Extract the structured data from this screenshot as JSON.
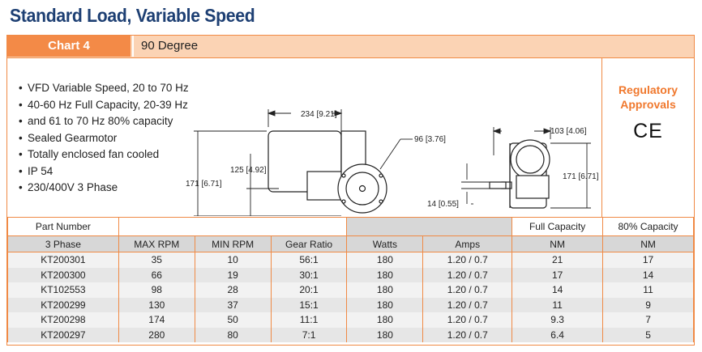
{
  "title": "Standard Load, Variable Speed",
  "chart": {
    "label": "Chart 4",
    "orientation": "90 Degree"
  },
  "features": [
    "VFD Variable Speed, 20 to 70 Hz",
    "40-60 Hz Full Capacity, 20-39 Hz",
    "and 61 to 70 Hz 80% capacity",
    "Sealed Gearmotor",
    "Totally enclosed fan cooled",
    "IP 54",
    "230/400V 3 Phase"
  ],
  "diagram": {
    "dim_length": "234 [9.21]",
    "dim_shaft_dia": "96 [3.76]",
    "dim_height_total": "171 [6.71]",
    "dim_height_center": "125 [4.92]",
    "dim_side_width": "103 [4.06]",
    "dim_side_height": "171 [6.71]",
    "dim_shaft": "14 [0.55]"
  },
  "regulatory": {
    "title_line1": "Regulatory",
    "title_line2": "Approvals",
    "mark": "CE"
  },
  "table": {
    "header_top": {
      "part_number": "Part Number",
      "full_capacity": "Full Capacity",
      "capacity_80": "80% Capacity"
    },
    "header": {
      "phase": "3 Phase",
      "max_rpm": "MAX RPM",
      "min_rpm": "MIN RPM",
      "gear_ratio": "Gear Ratio",
      "watts": "Watts",
      "amps": "Amps",
      "full_nm": "NM",
      "nm_80": "NM"
    },
    "rows": [
      {
        "part": "KT200301",
        "max": "35",
        "min": "10",
        "ratio": "56:1",
        "watts": "180",
        "amps": "1.20 / 0.7",
        "full": "21",
        "eighty": "17"
      },
      {
        "part": "KT200300",
        "max": "66",
        "min": "19",
        "ratio": "30:1",
        "watts": "180",
        "amps": "1.20 / 0.7",
        "full": "17",
        "eighty": "14"
      },
      {
        "part": "KT102553",
        "max": "98",
        "min": "28",
        "ratio": "20:1",
        "watts": "180",
        "amps": "1.20 / 0.7",
        "full": "14",
        "eighty": "11"
      },
      {
        "part": "KT200299",
        "max": "130",
        "min": "37",
        "ratio": "15:1",
        "watts": "180",
        "amps": "1.20 / 0.7",
        "full": "11",
        "eighty": "9"
      },
      {
        "part": "KT200298",
        "max": "174",
        "min": "50",
        "ratio": "11:1",
        "watts": "180",
        "amps": "1.20 / 0.7",
        "full": "9.3",
        "eighty": "7"
      },
      {
        "part": "KT200297",
        "max": "280",
        "min": "80",
        "ratio": "7:1",
        "watts": "180",
        "amps": "1.20 / 0.7",
        "full": "6.4",
        "eighty": "5"
      }
    ]
  }
}
